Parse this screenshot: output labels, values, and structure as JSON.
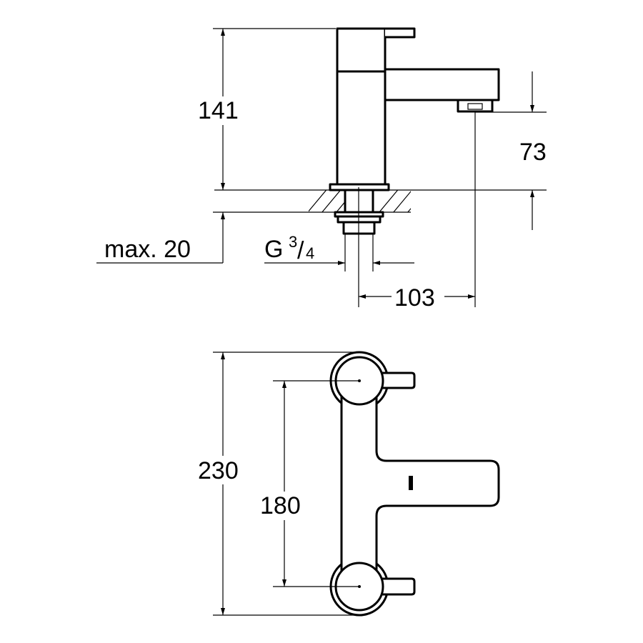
{
  "side_view": {
    "dim_height": "141",
    "dim_spout_height": "73",
    "dim_max_thickness": "max. 20",
    "thread_prefix": "G",
    "thread_num": "3",
    "thread_den": "4",
    "dim_reach": "103"
  },
  "top_view": {
    "dim_total_length": "230",
    "dim_center_distance": "180"
  },
  "colors": {
    "line": "#000000",
    "background": "#ffffff"
  }
}
